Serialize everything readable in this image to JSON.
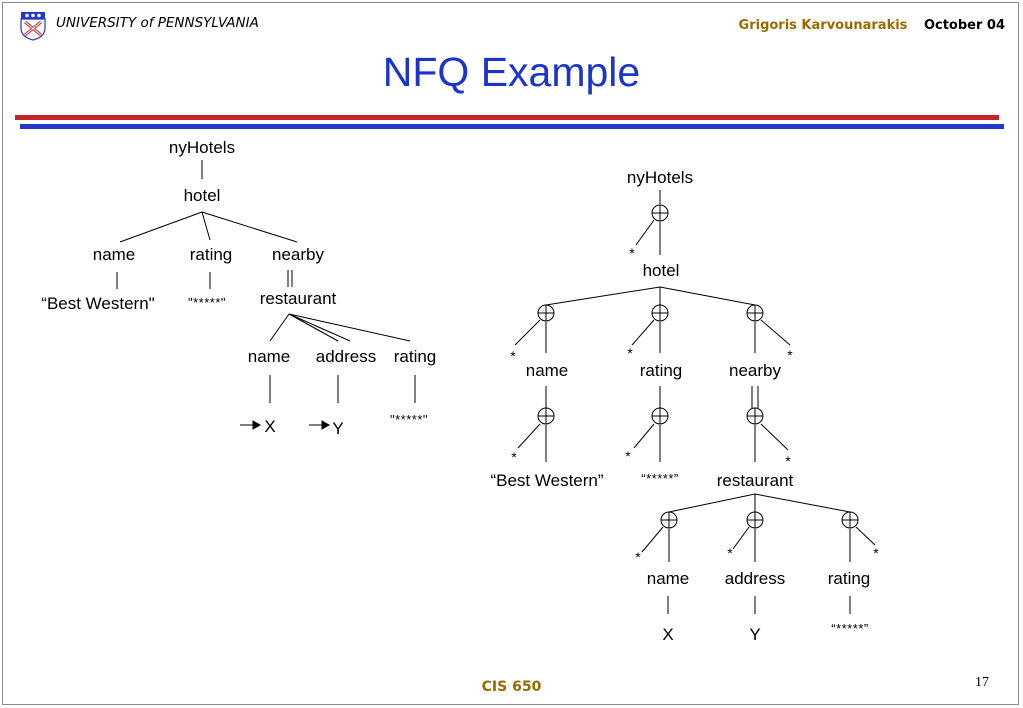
{
  "header": {
    "university": "UNIVERSITY of PENNSYLVANIA",
    "author": "Grigoris Karvounarakis",
    "date": "October 04"
  },
  "title": "NFQ Example",
  "footer": {
    "course": "CIS 650",
    "page": "17"
  },
  "colors": {
    "title": "#1b35c9",
    "rule_red": "#c2262b",
    "rule_blue": "#2238cc",
    "accent_text": "#9a6a00"
  },
  "left_tree": {
    "root": "nyHotels",
    "hotel": "hotel",
    "name": "name",
    "rating": "rating",
    "nearby": "nearby",
    "name_value": "“Best Western\"",
    "rating_value": "\"*****\"",
    "restaurant": "restaurant",
    "r_name": "name",
    "r_address": "address",
    "r_rating": "rating",
    "r_name_var": "X",
    "r_address_var": "Y",
    "r_rating_value": "\"*****\""
  },
  "right_tree": {
    "root": "nyHotels",
    "hotel": "hotel",
    "name": "name",
    "rating": "rating",
    "nearby": "nearby",
    "name_value": "“Best Western”",
    "rating_value": "“*****”",
    "restaurant": "restaurant",
    "r_name": "name",
    "r_address": "address",
    "r_rating": "rating",
    "r_name_var": "X",
    "r_address_var": "Y",
    "r_rating_value": "“*****”",
    "star": "*"
  }
}
